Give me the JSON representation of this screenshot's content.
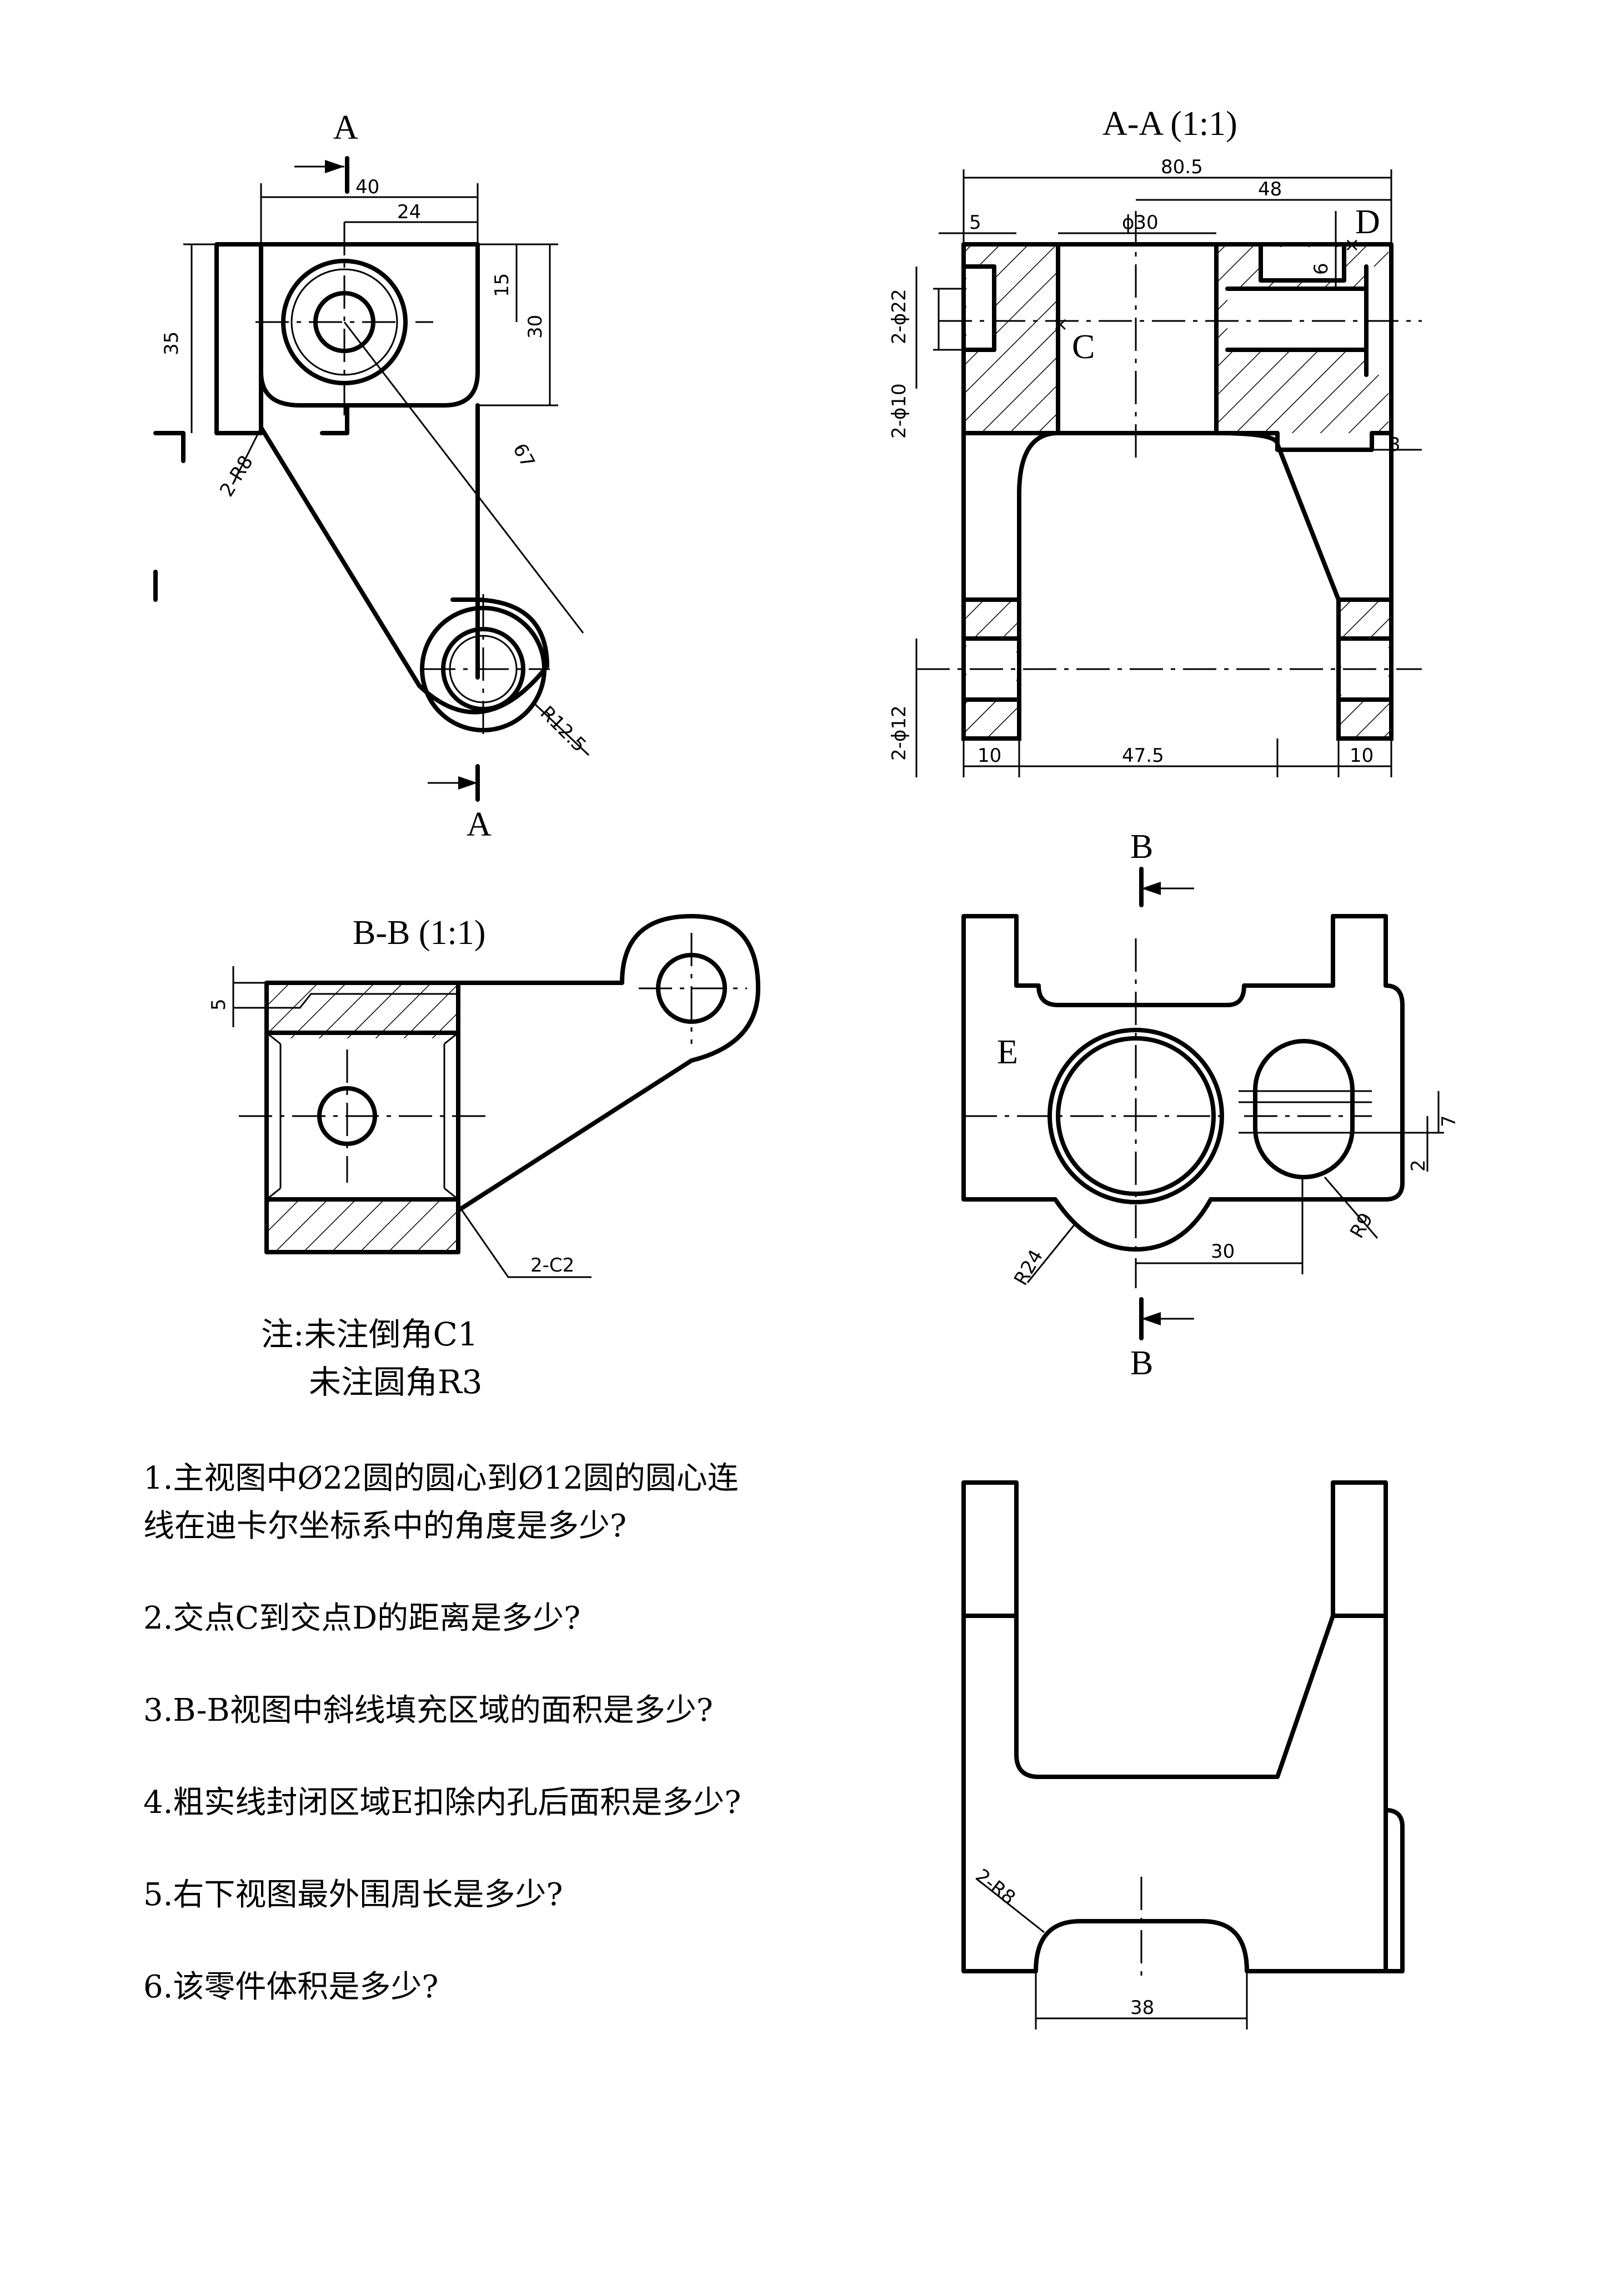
{
  "views": {
    "section_aa_title": "A-A (1:1)",
    "section_bb_title": "B-B (1:1)",
    "section_mark_a": "A",
    "section_mark_b": "B"
  },
  "dimensions": {
    "front_40": "40",
    "front_24": "24",
    "front_35": "35",
    "front_15": "15",
    "front_30": "30",
    "front_67": "67",
    "front_2r8": "2-R8",
    "front_r12_5": "R12.5",
    "aa_80_5": "80.5",
    "aa_48": "48",
    "aa_5": "5",
    "aa_phi30": "ϕ30",
    "aa_6": "6",
    "aa_2phi22": "2-ϕ22",
    "aa_2phi10": "2-ϕ10",
    "aa_3": "3",
    "aa_2phi12": "2-ϕ12",
    "aa_10_left": "10",
    "aa_47_5": "47.5",
    "aa_10_right": "10",
    "bb_5": "5",
    "bb_2c2": "2-C2",
    "right_7": "7",
    "right_2": "2",
    "right_r9": "R9",
    "right_r24": "R24",
    "right_30": "30",
    "bottom_2r8": "2-R8",
    "bottom_38": "38"
  },
  "labels": {
    "point_c": "C",
    "point_d": "D",
    "region_e": "E"
  },
  "notes": {
    "line1": "注:未注倒角C1",
    "line2": "未注圆角R3"
  },
  "questions": [
    "1.主视图中Ø22圆的圆心到Ø12圆的圆心连\n线在迪卡尔坐标系中的角度是多少?",
    "2.交点C到交点D的距离是多少?",
    "3.B-B视图中斜线填充区域的面积是多少?",
    "4.粗实线封闭区域E扣除内孔后面积是多少?",
    "5.右下视图最外围周长是多少?",
    "6.该零件体积是多少?"
  ]
}
